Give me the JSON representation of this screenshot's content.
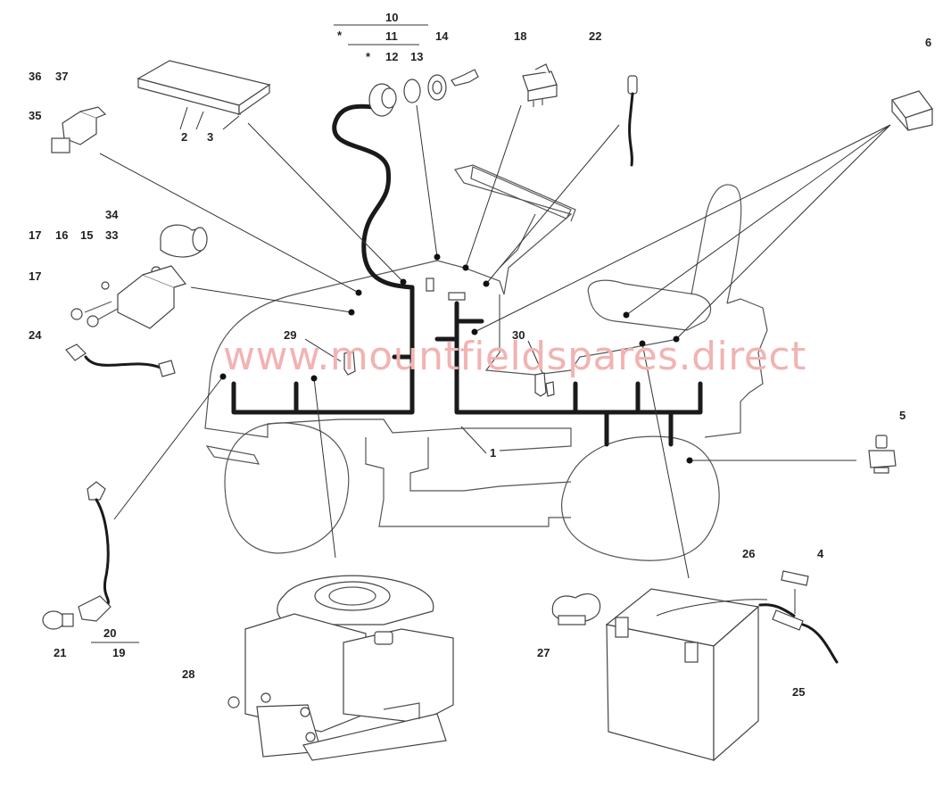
{
  "watermark": "www.mountfieldspares.direct",
  "labels": {
    "l1": "1",
    "l2": "2",
    "l3": "3",
    "l4": "4",
    "l5": "5",
    "l6": "6",
    "l10": "10",
    "l11": "11",
    "l12": "12",
    "l13": "13",
    "l14": "14",
    "l15": "15",
    "l16": "16",
    "l17a": "17",
    "l17b": "17",
    "l18": "18",
    "l19": "19",
    "l20": "20",
    "l21": "21",
    "l22": "22",
    "l24": "24",
    "l25": "25",
    "l26": "26",
    "l27": "27",
    "l28": "28",
    "l29": "29",
    "l30": "30",
    "l33": "33",
    "l34": "34",
    "l35": "35",
    "l36": "36",
    "l37": "37",
    "star1": "*",
    "star2": "*"
  }
}
